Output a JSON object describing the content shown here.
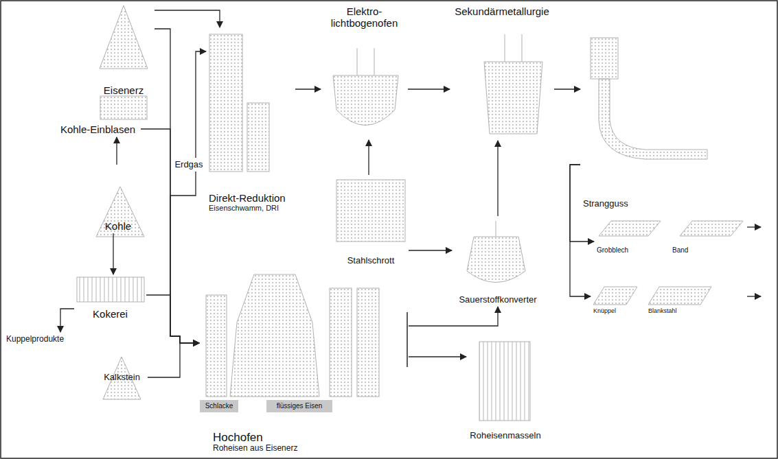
{
  "diagram": {
    "nodes": [
      {
        "text": [
          "Eisenerz"
        ]
      },
      {
        "text": [
          "Elektro- lichtbogenofen"
        ]
      },
      {
        "text": [
          "Sekundärmetallurgie"
        ]
      },
      {
        "text": [
          "Kohle-Einblasen"
        ]
      },
      {
        "text": [
          "Erdgas"
        ]
      },
      {
        "text": [
          "Direkt-Reduktion",
          "Eisenschwamm, DRI"
        ]
      },
      {
        "text": [
          "Strangguss"
        ]
      },
      {
        "text": [
          "Kohle"
        ]
      },
      {
        "text": [
          "Stahlschrott"
        ]
      },
      {
        "text": [
          "Grobblech"
        ]
      },
      {
        "text": [
          "Band"
        ]
      },
      {
        "text": [
          "Kokerei"
        ]
      },
      {
        "text": [
          "Kuppelprodukte"
        ]
      },
      {
        "text": [
          "Knüppel"
        ]
      },
      {
        "text": [
          "Blankstahl"
        ]
      },
      {
        "text": [
          "Sauerstoffkonverter"
        ]
      },
      {
        "text": [
          "Kalkstein"
        ]
      },
      {
        "text": [
          "Hochofen",
          "Roheisen aus Eisenerz"
        ]
      },
      {
        "text": [
          "Schlacke"
        ],
        "in": 17
      },
      {
        "text": [
          "flüssiges Eisen"
        ],
        "in": 17
      },
      {
        "text": [
          "Roheisenmasseln"
        ]
      }
    ],
    "edges": [
      {
        "from": 0,
        "to": 5,
        "arrow": "to"
      },
      {
        "from": 0,
        "to": 17,
        "arrow": "to"
      },
      {
        "from": 3,
        "to": 17,
        "arrow": "to"
      },
      {
        "from": 7,
        "to": 3,
        "arrow": "to"
      },
      {
        "from": 7,
        "to": 11,
        "arrow": "to"
      },
      {
        "from": 11,
        "to": 17,
        "arrow": "to"
      },
      {
        "from": 11,
        "to": 12,
        "arrow": "to"
      },
      {
        "from": 16,
        "to": 17,
        "arrow": "to"
      },
      {
        "from": 4,
        "to": 5,
        "arrow": "to"
      },
      {
        "from": 4,
        "to": 17,
        "arrow": "to"
      },
      {
        "from": 5,
        "to": 1,
        "arrow": "to"
      },
      {
        "from": 8,
        "to": 1,
        "arrow": "to"
      },
      {
        "from": 8,
        "to": 15,
        "arrow": "to"
      },
      {
        "from": 1,
        "to": 2,
        "arrow": "to"
      },
      {
        "from": 15,
        "to": 2,
        "arrow": "to"
      },
      {
        "from": 17,
        "to": 15,
        "arrow": "to"
      },
      {
        "from": 17,
        "to": 20,
        "arrow": "to"
      },
      {
        "from": 2,
        "to": 6,
        "arrow": "to"
      },
      {
        "from": 6,
        "to": 9,
        "arrow": "to"
      },
      {
        "from": 6,
        "to": 13,
        "arrow": "to"
      }
    ]
  }
}
